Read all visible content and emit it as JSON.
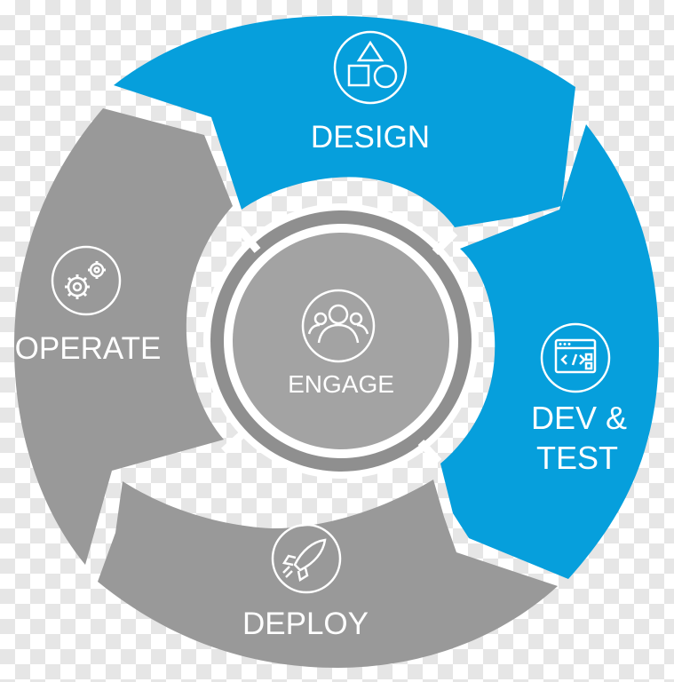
{
  "title": "",
  "colors": {
    "blue": "#069fdc",
    "gray": "#999999",
    "gray_light": "#a3a3a3",
    "ring": "#8f8f8f",
    "white": "#ffffff"
  },
  "center": {
    "label": "ENGAGE",
    "icon": "people-group-icon"
  },
  "segments": [
    {
      "id": "design",
      "label_lines": [
        "DESIGN"
      ],
      "icon": "shapes-icon",
      "color": "blue"
    },
    {
      "id": "dev-test",
      "label_lines": [
        "DEV &",
        "TEST"
      ],
      "icon": "code-window-icon",
      "color": "blue"
    },
    {
      "id": "deploy",
      "label_lines": [
        "DEPLOY"
      ],
      "icon": "rocket-icon",
      "color": "gray"
    },
    {
      "id": "operate",
      "label_lines": [
        "OPERATE"
      ],
      "icon": "gears-icon",
      "color": "gray"
    }
  ]
}
